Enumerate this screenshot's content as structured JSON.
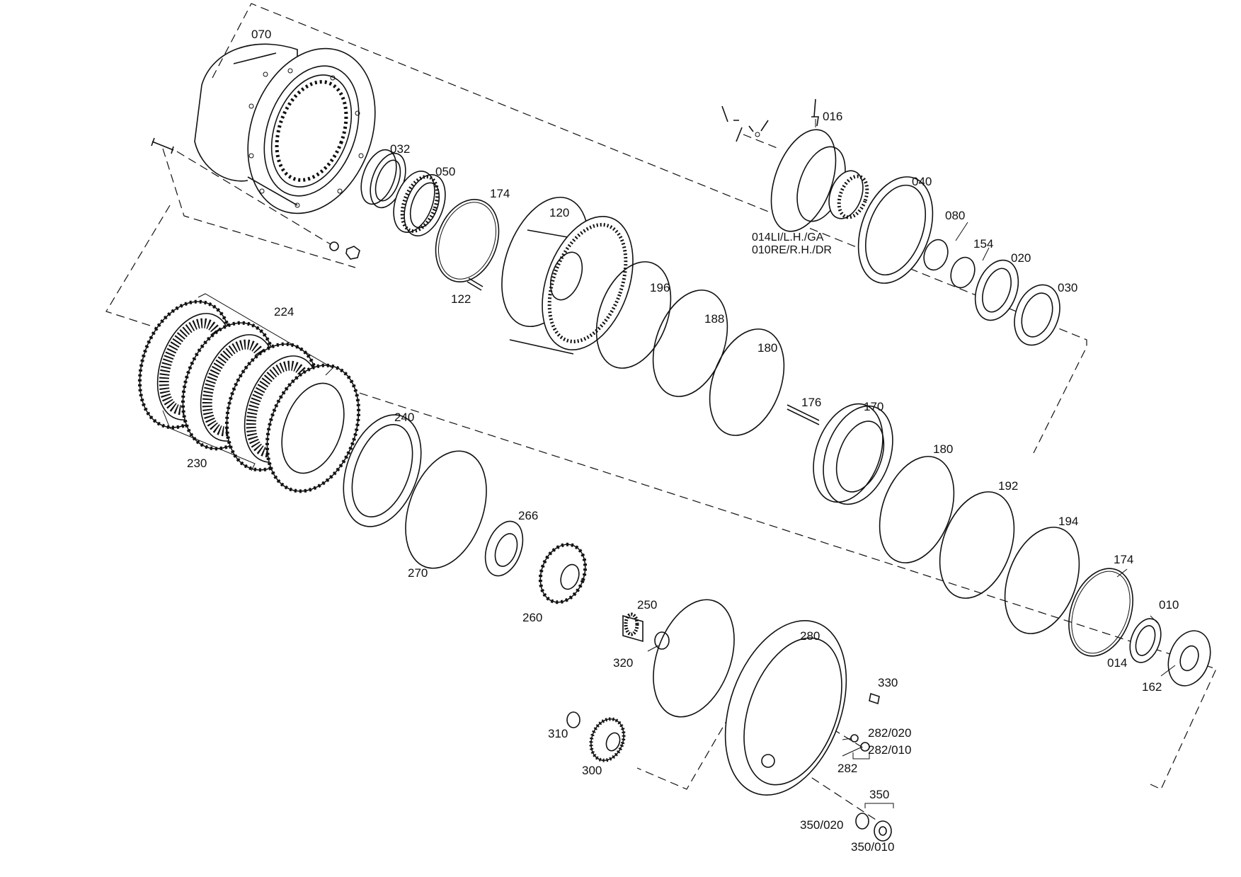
{
  "diagram": {
    "labels": {
      "p070": "070",
      "p032": "032",
      "p050": "050",
      "p174a": "174",
      "p120": "120",
      "p016": "016",
      "p040": "040",
      "p080": "080",
      "p014_note": "014LI/L.H./GA",
      "p010_note": "010RE/R.H./DR",
      "p154": "154",
      "p020": "020",
      "p030": "030",
      "p122": "122",
      "p196": "196",
      "p188": "188",
      "p180a": "180",
      "p176": "176",
      "p170": "170",
      "p224": "224",
      "p230": "230",
      "p240": "240",
      "p270": "270",
      "p266": "266",
      "p260": "260",
      "p180b": "180",
      "p192": "192",
      "p194": "194",
      "p174b": "174",
      "p010": "010",
      "p014": "014",
      "p162": "162",
      "p250": "250",
      "p320": "320",
      "p280": "280",
      "p330": "330",
      "p282_020": "282/020",
      "p282_010": "282/010",
      "p282": "282",
      "p310": "310",
      "p300": "300",
      "p350": "350",
      "p350_020": "350/020",
      "p350_010": "350/010"
    }
  }
}
